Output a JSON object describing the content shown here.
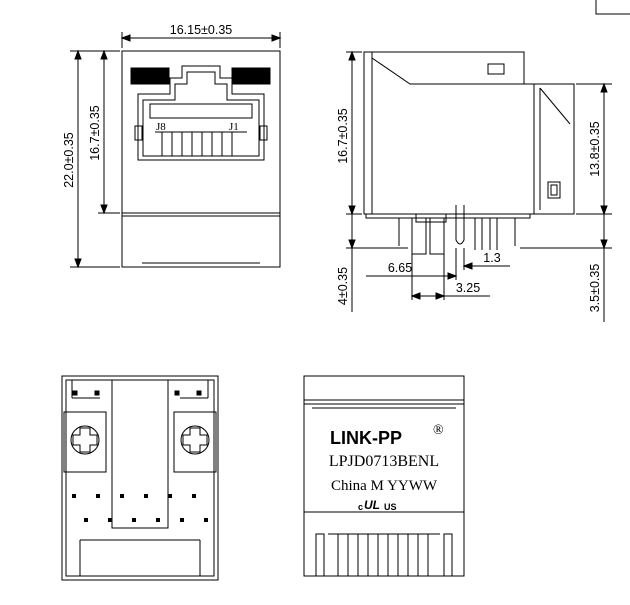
{
  "front_view": {
    "width_dim": "16.15±0.35",
    "height_dim_outer": "22.0±0.35",
    "height_dim_inner": "16.7±0.35",
    "pin_label_left": "J8",
    "pin_label_right": "J1"
  },
  "side_view": {
    "height_dim_left": "16.7±0.35",
    "height_dim_right": "13.8±0.35",
    "pin_dim_a": "6.65",
    "pin_dim_b": "1.3",
    "pin_dim_c": "3.25",
    "lead_dim_left": "4±0.35",
    "lead_dim_right": "3.5±0.35"
  },
  "top_view": {
    "brand": "LINK-PP",
    "registered_mark": "®",
    "part_number": "LPJD0713BENL",
    "origin_line": "China M YYWW",
    "cert_mark": "c",
    "cert_mark_ul": "UL",
    "cert_mark_us": "US"
  }
}
